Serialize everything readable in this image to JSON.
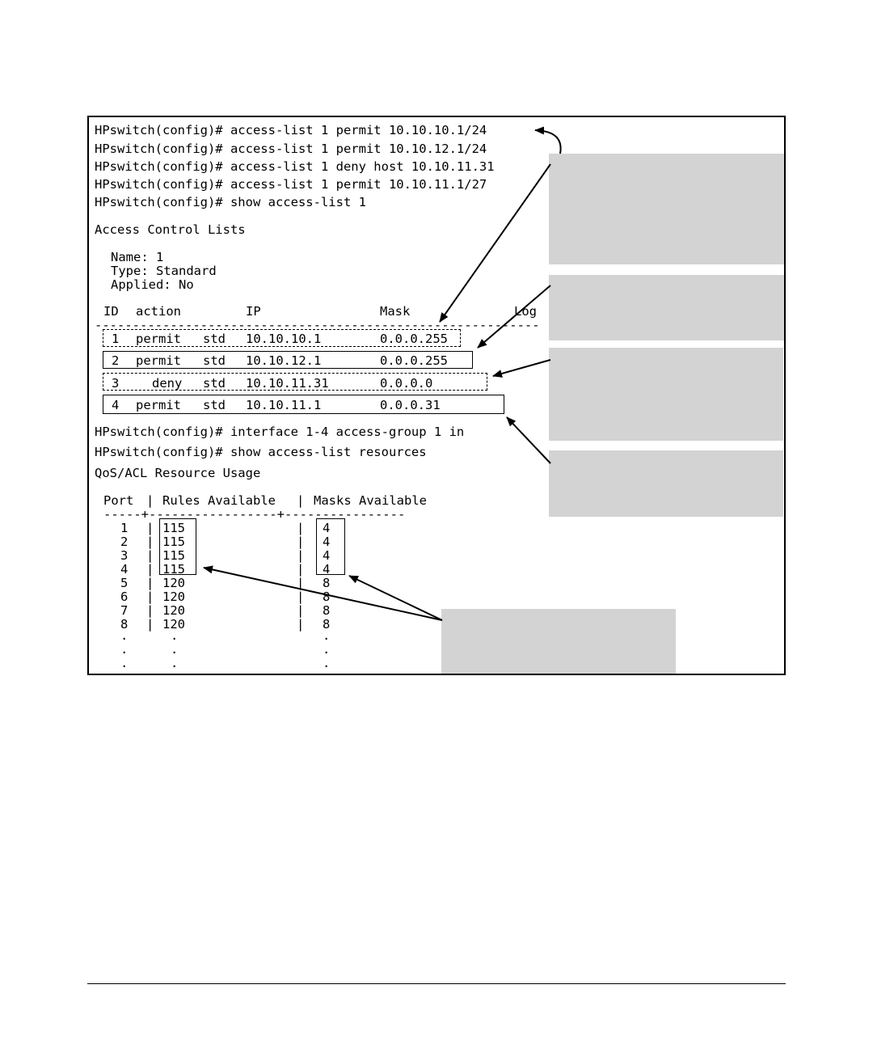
{
  "commands": [
    "HPswitch(config)# access-list 1 permit 10.10.10.1/24",
    "HPswitch(config)# access-list 1 permit 10.10.12.1/24",
    "HPswitch(config)# access-list 1 deny host 10.10.11.31",
    "HPswitch(config)# access-list 1 permit 10.10.11.1/27",
    "HPswitch(config)# show access-list 1"
  ],
  "acl": {
    "heading": "Access Control Lists",
    "name": "Name: 1",
    "type": "Type: Standard",
    "applied": "Applied: No"
  },
  "acl_table": {
    "headers": [
      "ID",
      "action",
      "IP",
      "Mask",
      "Log"
    ],
    "separator": "------------------------------------------------------------------",
    "rows": [
      {
        "id": "1",
        "action": "permit",
        "std": "std",
        "ip": "10.10.10.1",
        "mask": "0.0.0.255"
      },
      {
        "id": "2",
        "action": "permit",
        "std": "std",
        "ip": "10.10.12.1",
        "mask": "0.0.0.255"
      },
      {
        "id": "3",
        "action": "deny",
        "std": "std",
        "ip": "10.10.11.31",
        "mask": "0.0.0.0"
      },
      {
        "id": "4",
        "action": "permit",
        "std": "std",
        "ip": "10.10.11.1",
        "mask": "0.0.0.31"
      }
    ]
  },
  "commands2": [
    "HPswitch(config)# interface 1-4 access-group 1 in",
    "HPswitch(config)# show access-list resources"
  ],
  "resources": {
    "heading": "QoS/ACL Resource Usage",
    "headers": [
      "Port",
      "|",
      "Rules Available",
      "|",
      "Masks Available"
    ],
    "separator": "-----+-----------------+----------------",
    "rows": [
      {
        "port": "1",
        "rules": "115",
        "masks": "4"
      },
      {
        "port": "2",
        "rules": "115",
        "masks": "4"
      },
      {
        "port": "3",
        "rules": "115",
        "masks": "4"
      },
      {
        "port": "4",
        "rules": "115",
        "masks": "4"
      },
      {
        "port": "5",
        "rules": "120",
        "masks": "8"
      },
      {
        "port": "6",
        "rules": "120",
        "masks": "8"
      },
      {
        "port": "7",
        "rules": "120",
        "masks": "8"
      },
      {
        "port": "8",
        "rules": "120",
        "masks": "8"
      }
    ],
    "ellipsis": "."
  },
  "colors": {
    "callout": "#d3d3d3",
    "text": "#000000",
    "border": "#000000"
  }
}
